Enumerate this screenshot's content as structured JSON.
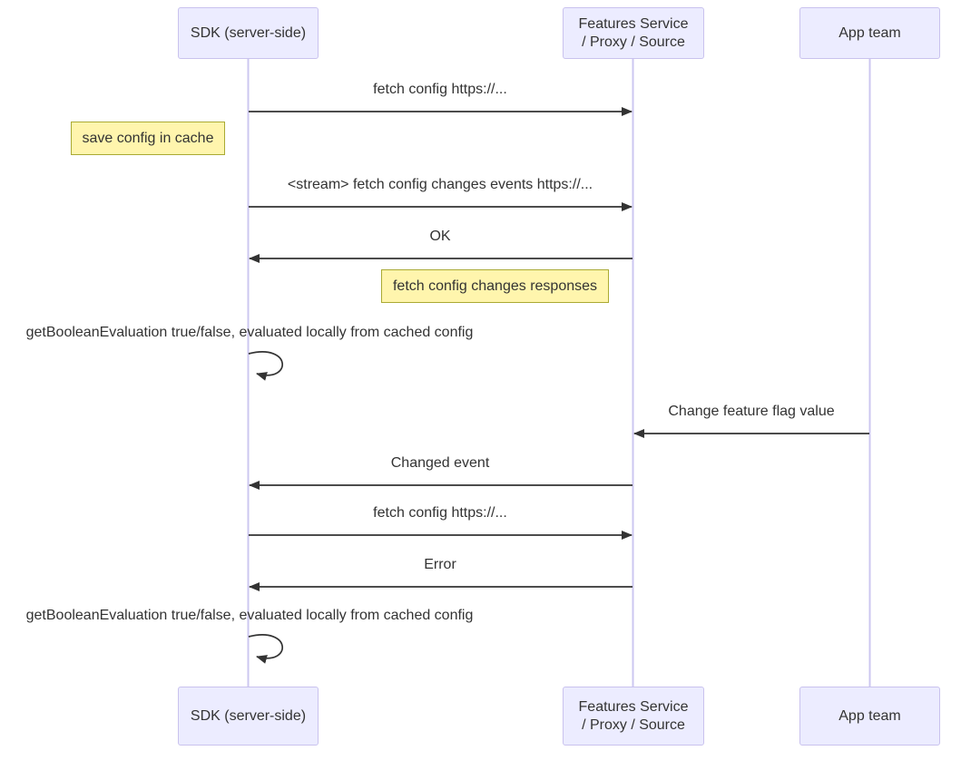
{
  "diagram": {
    "type": "sequence-diagram",
    "colors": {
      "actor_fill": "#ECECFF",
      "actor_border": "#C9C2EE",
      "note_fill": "#FFF5AD",
      "note_border": "#AAAA33",
      "lifeline": "#CCC7F0",
      "arrow": "#333333",
      "text": "#333333",
      "background": "#FFFFFF"
    }
  },
  "actors": [
    {
      "id": "sdk",
      "label": "SDK (server-side)"
    },
    {
      "id": "features-service",
      "label": "Features Service\n/ Proxy / Source"
    },
    {
      "id": "app-team",
      "label": "App team"
    }
  ],
  "messages": [
    {
      "from": "sdk",
      "to": "features-service",
      "type": "solid",
      "label": "fetch config https://..."
    },
    {
      "from": "sdk",
      "to": "features-service",
      "type": "solid",
      "label": "<stream> fetch config changes events https://..."
    },
    {
      "from": "features-service",
      "to": "sdk",
      "type": "solid",
      "label": "OK"
    },
    {
      "from": "sdk",
      "to": "sdk",
      "type": "self",
      "label": "getBooleanEvaluation true/false, evaluated locally from cached config"
    },
    {
      "from": "app-team",
      "to": "features-service",
      "type": "solid",
      "label": "Change feature flag value"
    },
    {
      "from": "features-service",
      "to": "sdk",
      "type": "solid",
      "label": "Changed event"
    },
    {
      "from": "sdk",
      "to": "features-service",
      "type": "solid",
      "label": "fetch config https://..."
    },
    {
      "from": "features-service",
      "to": "sdk",
      "type": "solid",
      "label": "Error"
    },
    {
      "from": "sdk",
      "to": "sdk",
      "type": "self",
      "label": "getBooleanEvaluation true/false, evaluated locally from cached config"
    }
  ],
  "notes": [
    {
      "position": "left of sdk",
      "label": "save config in cache"
    },
    {
      "position": "left of features-service",
      "label": "fetch config changes responses"
    }
  ]
}
